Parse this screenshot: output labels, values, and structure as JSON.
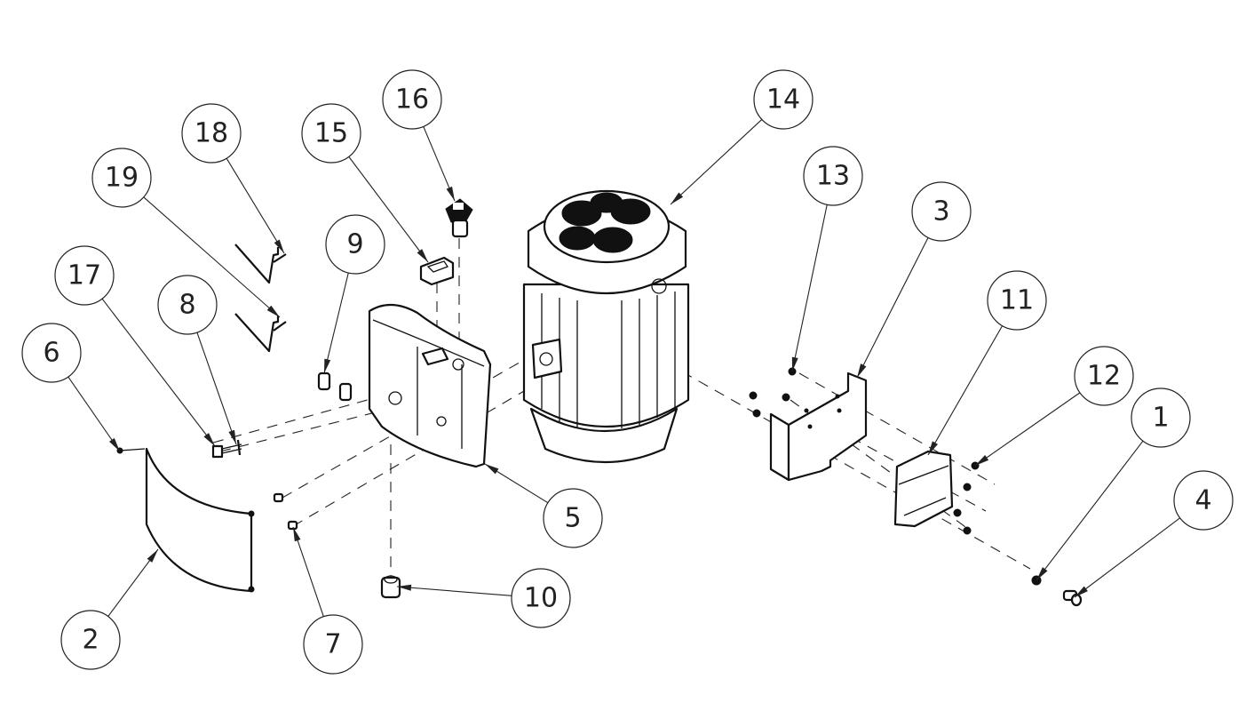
{
  "drawing": {
    "type": "exploded-assembly",
    "parts": [
      {
        "id": "p1",
        "label": "1",
        "item": "washer"
      },
      {
        "id": "p2",
        "label": "2",
        "item": "curved-cover-plate"
      },
      {
        "id": "p3",
        "label": "3",
        "item": "mounting-bracket"
      },
      {
        "id": "p4",
        "label": "4",
        "item": "bolt"
      },
      {
        "id": "p5",
        "label": "5",
        "item": "switch-enclosure"
      },
      {
        "id": "p6",
        "label": "6",
        "item": "small-screw"
      },
      {
        "id": "p7",
        "label": "7",
        "item": "screw"
      },
      {
        "id": "p8",
        "label": "8",
        "item": "cable-tie"
      },
      {
        "id": "p9",
        "label": "9",
        "item": "wire-connector"
      },
      {
        "id": "p10",
        "label": "10",
        "item": "cable-gland"
      },
      {
        "id": "p11",
        "label": "11",
        "item": "handle-latch"
      },
      {
        "id": "p12",
        "label": "12",
        "item": "nut"
      },
      {
        "id": "p13",
        "label": "13",
        "item": "screw"
      },
      {
        "id": "p14",
        "label": "14",
        "item": "electric-motor"
      },
      {
        "id": "p15",
        "label": "15",
        "item": "switch-cover"
      },
      {
        "id": "p16",
        "label": "16",
        "item": "push-button"
      },
      {
        "id": "p17",
        "label": "17",
        "item": "terminal"
      },
      {
        "id": "p18",
        "label": "18",
        "item": "wire-lead"
      },
      {
        "id": "p19",
        "label": "19",
        "item": "wire-lead"
      }
    ]
  }
}
